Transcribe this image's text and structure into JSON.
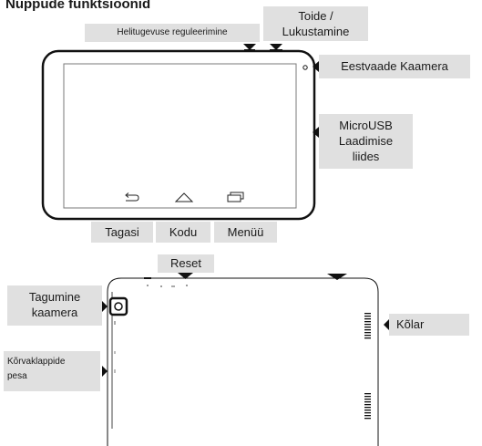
{
  "title": "Nuppude funktsioonid",
  "labels": {
    "volume": "Helitugevuse reguleerimine",
    "power": "Toide /\nLukustamine",
    "front_camera": "Eestvaade Kaamera",
    "microusb": "MicroUSB\nLaadimise\nliides",
    "back": "Tagasi",
    "home": "Kodu",
    "menu": "Menüü",
    "reset": "Reset",
    "rear_camera": "Tagumine\nkaamera",
    "speaker": "Kõlar",
    "headphone": "Kõrvaklappide\npesa"
  },
  "icons": {
    "back": "back-arrow-icon",
    "home": "home-icon",
    "menu": "recent-apps-icon",
    "pointer": "triangle-pointer-icon"
  },
  "colors": {
    "label_bg": "#e0e0e0",
    "outline": "#111111",
    "screen_border": "#7a7a7a"
  }
}
